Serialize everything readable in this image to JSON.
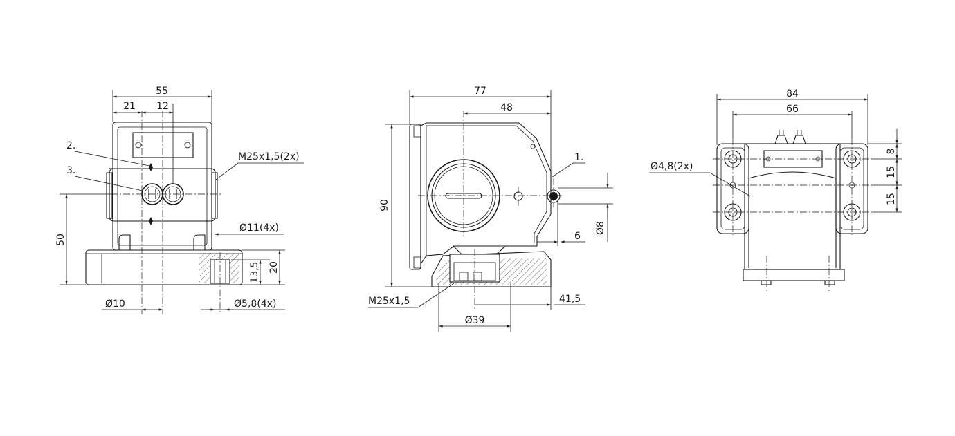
{
  "left_view": {
    "dim_overall_width": "55",
    "dim_offset_1": "21",
    "dim_offset_2": "12",
    "callout_2": "2.",
    "callout_3": "3.",
    "thread_label": "M25x1,5(2x)",
    "dim_height": "50",
    "hole_large": "Ø11(4x)",
    "dim_counterbore": "13,5",
    "dim_base": "20",
    "dim_bore": "Ø10",
    "hole_small": "Ø5,8(4x)"
  },
  "middle_view": {
    "dim_overall_width": "77",
    "dim_inner_width": "48",
    "callout_1": "1.",
    "dim_height": "90",
    "dim_shaft": "Ø8",
    "dim_shaft_offset": "6",
    "thread_label": "M25x1,5",
    "dim_depth": "41,5",
    "dim_flange": "Ø39"
  },
  "right_view": {
    "dim_overall_width": "84",
    "dim_hole_spacing": "66",
    "hole_label": "Ø4,8(2x)",
    "dim_top": "8",
    "dim_mid_1": "15",
    "dim_mid_2": "15"
  }
}
